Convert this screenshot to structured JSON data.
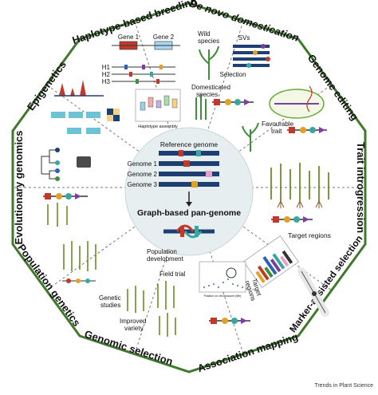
{
  "segments": [
    {
      "key": "haplotype",
      "title": "Haplotype-based breeding"
    },
    {
      "key": "denovo",
      "title": "De novo domestication"
    },
    {
      "key": "editing",
      "title": "Genome editing"
    },
    {
      "key": "introgression",
      "title": "Trait introgression"
    },
    {
      "key": "mas",
      "title": "Marker-assisted selection"
    },
    {
      "key": "association",
      "title": "Association mapping"
    },
    {
      "key": "genomic",
      "title": "Genomic selection"
    },
    {
      "key": "population",
      "title": "Population genetics"
    },
    {
      "key": "evolutionary",
      "title": "Evolutionary genomics"
    },
    {
      "key": "epigenetics",
      "title": "Epigenetics"
    }
  ],
  "center": {
    "top_label": "Reference genome",
    "genomes": [
      "Genome 1",
      "Genome 2",
      "Genome 3"
    ],
    "bottom_label": "Graph-based pan-genome"
  },
  "haplotype": {
    "gene1": "Gene 1",
    "gene2": "Gene 2",
    "haps": [
      "H1",
      "H2",
      "H3"
    ],
    "caption": "Haplotype assembly"
  },
  "denovo": {
    "wild": "Wild\nspecies",
    "svs": "SVs",
    "selection": "Selection",
    "domesticated": "Domesticated\nspecies"
  },
  "editing": {
    "favourable": "Favourable\ntrait"
  },
  "introgression": {
    "target": "Target regions"
  },
  "association": {
    "target": "Target\nregions",
    "xaxis": "Position on chromosome (Mb)"
  },
  "genomic": {
    "popdev": "Population\ndevelopment",
    "field": "Field trial",
    "improved": "Improved\nvariety"
  },
  "population": {
    "studies": "Genetic\nstudies"
  },
  "credit": "Trends in Plant Science",
  "colors": {
    "outline": "#3f7a2c",
    "center_fill": "#e6eef0",
    "dark_blue": "#1d3f73",
    "red": "#c0392b",
    "purple": "#7b3fa0",
    "teal": "#3aa6a0",
    "gold": "#e0a126",
    "green": "#3e8e3a"
  }
}
